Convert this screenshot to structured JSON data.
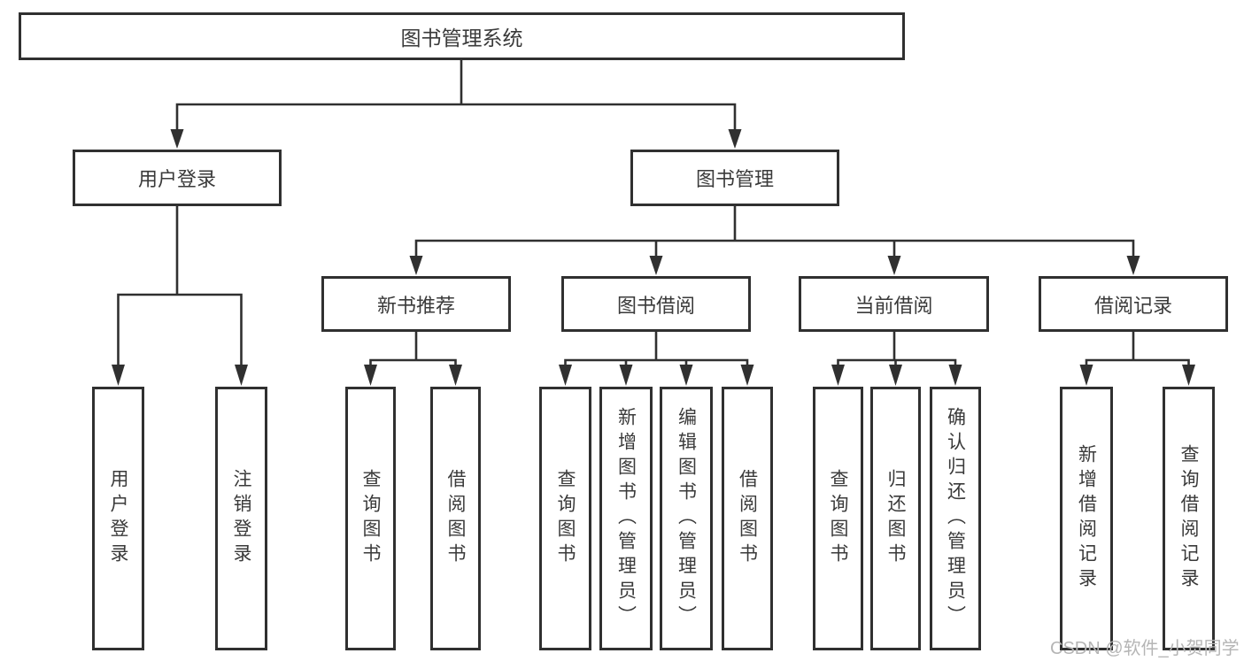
{
  "diagram": {
    "root": {
      "label": "图书管理系统"
    },
    "level2": {
      "user_login": {
        "label": "用户登录"
      },
      "book_mgmt": {
        "label": "图书管理"
      }
    },
    "level3": {
      "new_book_rec": {
        "label": "新书推荐"
      },
      "book_borrow": {
        "label": "图书借阅"
      },
      "current_borrow": {
        "label": "当前借阅"
      },
      "borrow_records": {
        "label": "借阅记录"
      }
    },
    "leaves": {
      "user_login": {
        "label": "用户登录"
      },
      "logout": {
        "label": "注销登录"
      },
      "rec_query": {
        "label": "查询图书"
      },
      "rec_borrow": {
        "label": "借阅图书"
      },
      "bb_query": {
        "label": "查询图书"
      },
      "bb_add": {
        "label": "新增图书（管理员）"
      },
      "bb_edit": {
        "label": "编辑图书（管理员）"
      },
      "bb_borrow": {
        "label": "借阅图书"
      },
      "cb_query": {
        "label": "查询图书"
      },
      "cb_return": {
        "label": "归还图书"
      },
      "cb_confirm": {
        "label": "确认归还（管理员）"
      },
      "br_add": {
        "label": "新增借阅记录"
      },
      "br_query": {
        "label": "查询借阅记录"
      }
    }
  },
  "watermark": {
    "text": "CSDN @软件_小贺同学"
  },
  "colors": {
    "line": "#303030",
    "box_border": "#303030",
    "text": "#3a3a3a",
    "watermark": "#b5b5b5",
    "background": "#ffffff"
  }
}
